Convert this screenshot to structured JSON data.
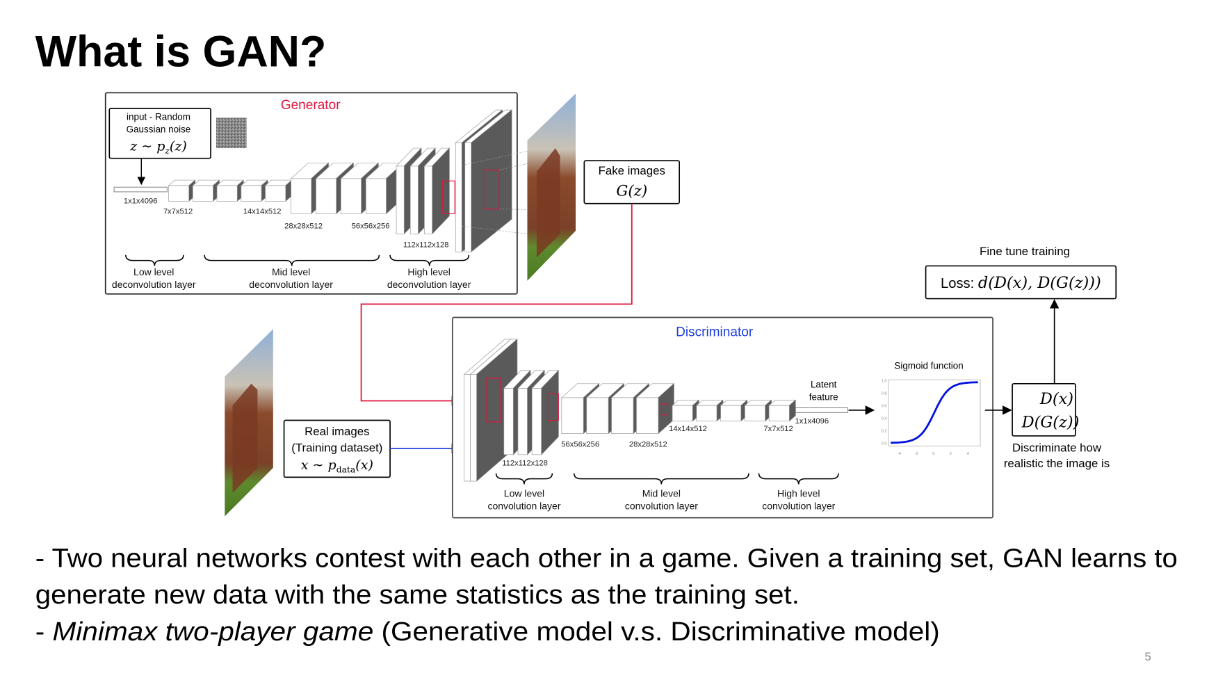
{
  "slide": {
    "title": "What is GAN?",
    "page_number": "5"
  },
  "colors": {
    "generator": "#e0143c",
    "discriminator": "#1f3fe0",
    "fake_path": "#e0143c",
    "real_path": "#1f3fe0",
    "sigmoid_curve": "#0010e0"
  },
  "generator": {
    "title": "Generator",
    "input_box": {
      "line1": "input - Random",
      "line2": "Gaussian noise",
      "formula_main": "z ∼ p",
      "formula_sub": "z",
      "formula_arg": "(z)"
    },
    "layer_labels": [
      "1x1x4096",
      "7x7x512",
      "14x14x512",
      "28x28x512",
      "56x56x256",
      "112x112x128"
    ],
    "stages": [
      {
        "line1": "Low level",
        "line2": "deconvolution  layer"
      },
      {
        "line1": "Mid level",
        "line2": "deconvolution  layer"
      },
      {
        "line1": "High level",
        "line2": "deconvolution  layer"
      }
    ]
  },
  "fake_images": {
    "line1": "Fake images",
    "formula": "G(z)"
  },
  "real_images": {
    "line1": "Real images",
    "line2": "(Training dataset)",
    "formula_main": "x ∼ p",
    "formula_sub": "data",
    "formula_arg": "(x)"
  },
  "discriminator": {
    "title": "Discriminator",
    "layer_labels": [
      "112x112x128",
      "56x56x256",
      "28x28x512",
      "14x14x512",
      "7x7x512",
      "1x1x4096"
    ],
    "latent": {
      "line1": "Latent",
      "line2": "feature"
    },
    "sigmoid_title": "Sigmoid function",
    "stages": [
      {
        "line1": "Low level",
        "line2": "convolution  layer"
      },
      {
        "line1": "Mid level",
        "line2": "convolution  layer"
      },
      {
        "line1": "High level",
        "line2": "convolution  layer"
      }
    ]
  },
  "output_box": {
    "line1": "D(x)",
    "line2": "D(G(z))"
  },
  "output_caption": {
    "line1": "Discriminate how",
    "line2": "realistic the image is"
  },
  "loss": {
    "caption": "Fine tune training",
    "label": "Loss:",
    "formula": "d(D(x), D(G(z)))"
  },
  "bullets": {
    "line1": "- Two neural networks contest with each other in a game. Given a training set, GAN learns to",
    "line2": "generate new data with the same statistics as the training set.",
    "line3_prefix": "- ",
    "line3_italic": "Minimax two-player game",
    "line3_rest": " (Generative model v.s. Discriminative model)"
  }
}
